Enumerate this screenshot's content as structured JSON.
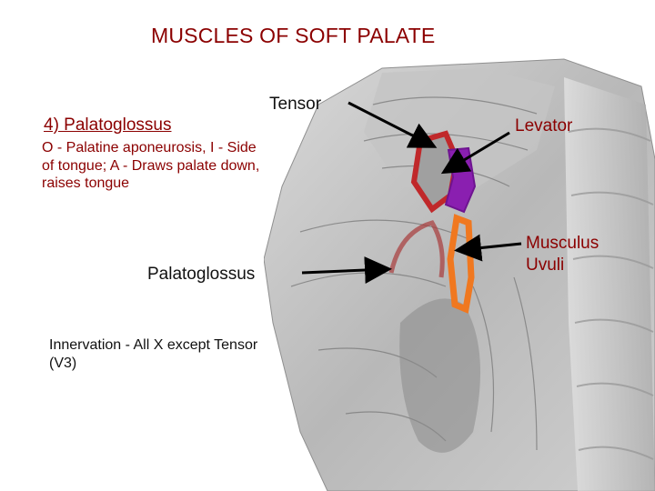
{
  "slide": {
    "title": "MUSCLES OF SOFT PALATE",
    "heading": "4) Palatoglossus",
    "description": "O - Palatine aponeurosis, I - Side of tongue; A - Draws palate down, raises tongue",
    "innervation": "Innervation - All X except Tensor (V3)"
  },
  "labels": {
    "tensor": "Tensor",
    "levator": "Levator",
    "palatoglossus": "Palatoglossus",
    "musculus_uvuli": "Musculus Uvuli"
  },
  "colors": {
    "text_red": "#8b0000",
    "tensor_outline": "#c0282a",
    "levator_fill": "#8a1fb0",
    "uvulae_outline": "#f07820",
    "palatoglossus_outline": "#a83a3a"
  }
}
